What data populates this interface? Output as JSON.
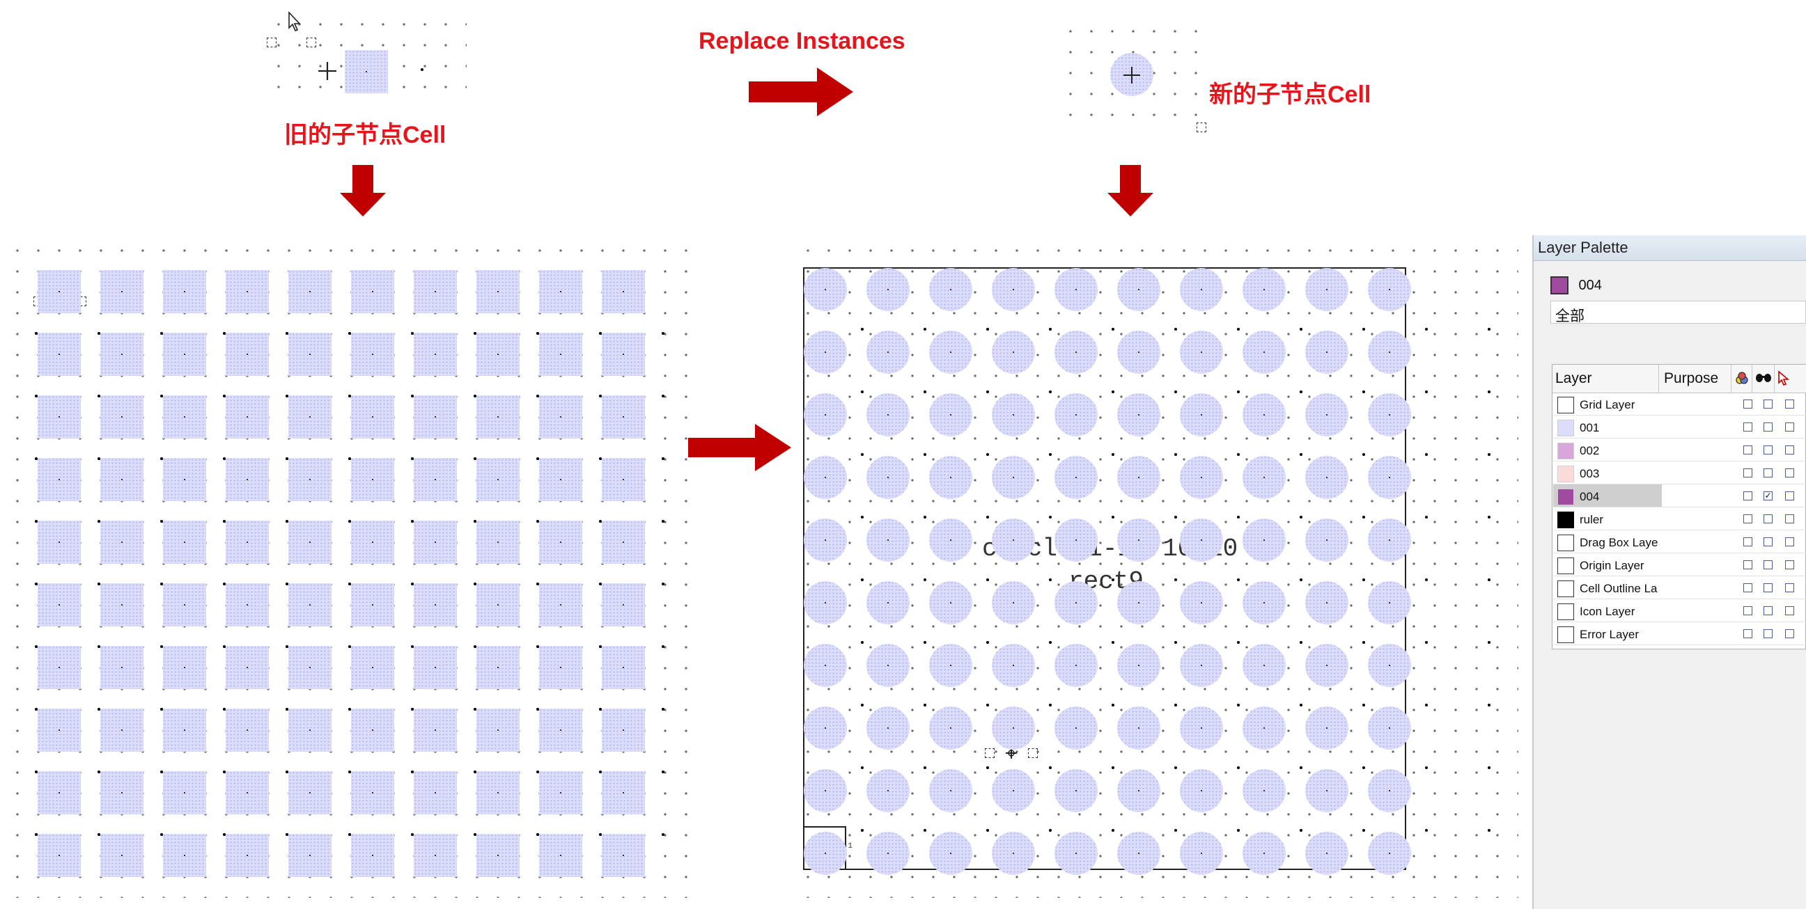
{
  "top": {
    "replace_label": "Replace Instances",
    "old_cell_label": "旧的子节点Cell",
    "new_cell_label": "新的子节点Cell"
  },
  "canvas_right": {
    "cell_name": "circle-1-1: 10x10",
    "cell_sub": "rect9",
    "corner_label": "circle-1-1"
  },
  "palette": {
    "title": "Layer Palette",
    "current_layer": "004",
    "filter_value": "全部",
    "columns": [
      "Layer",
      "Purpose"
    ],
    "current_color": "#a04aa0",
    "layers": [
      {
        "name": "Grid Layer",
        "color": "#ffffff"
      },
      {
        "name": "001",
        "color": "#dcdcfb"
      },
      {
        "name": "002",
        "color": "#d9a6d9"
      },
      {
        "name": "003",
        "color": "#fbdada"
      },
      {
        "name": "004",
        "color": "#a04aa0"
      },
      {
        "name": "ruler",
        "color": "#000000"
      },
      {
        "name": "Drag Box Laye",
        "color": "#ffffff"
      },
      {
        "name": "Origin Layer",
        "color": "#ffffff"
      },
      {
        "name": "Cell Outline La",
        "color": "#ffffff"
      },
      {
        "name": "Icon Layer",
        "color": "#ffffff"
      },
      {
        "name": "Error Layer",
        "color": "#ffffff"
      }
    ]
  },
  "colors": {
    "accent_red": "#e8141c",
    "arrow_red": "#c00000",
    "shape_fill": "#dcdcfb"
  }
}
